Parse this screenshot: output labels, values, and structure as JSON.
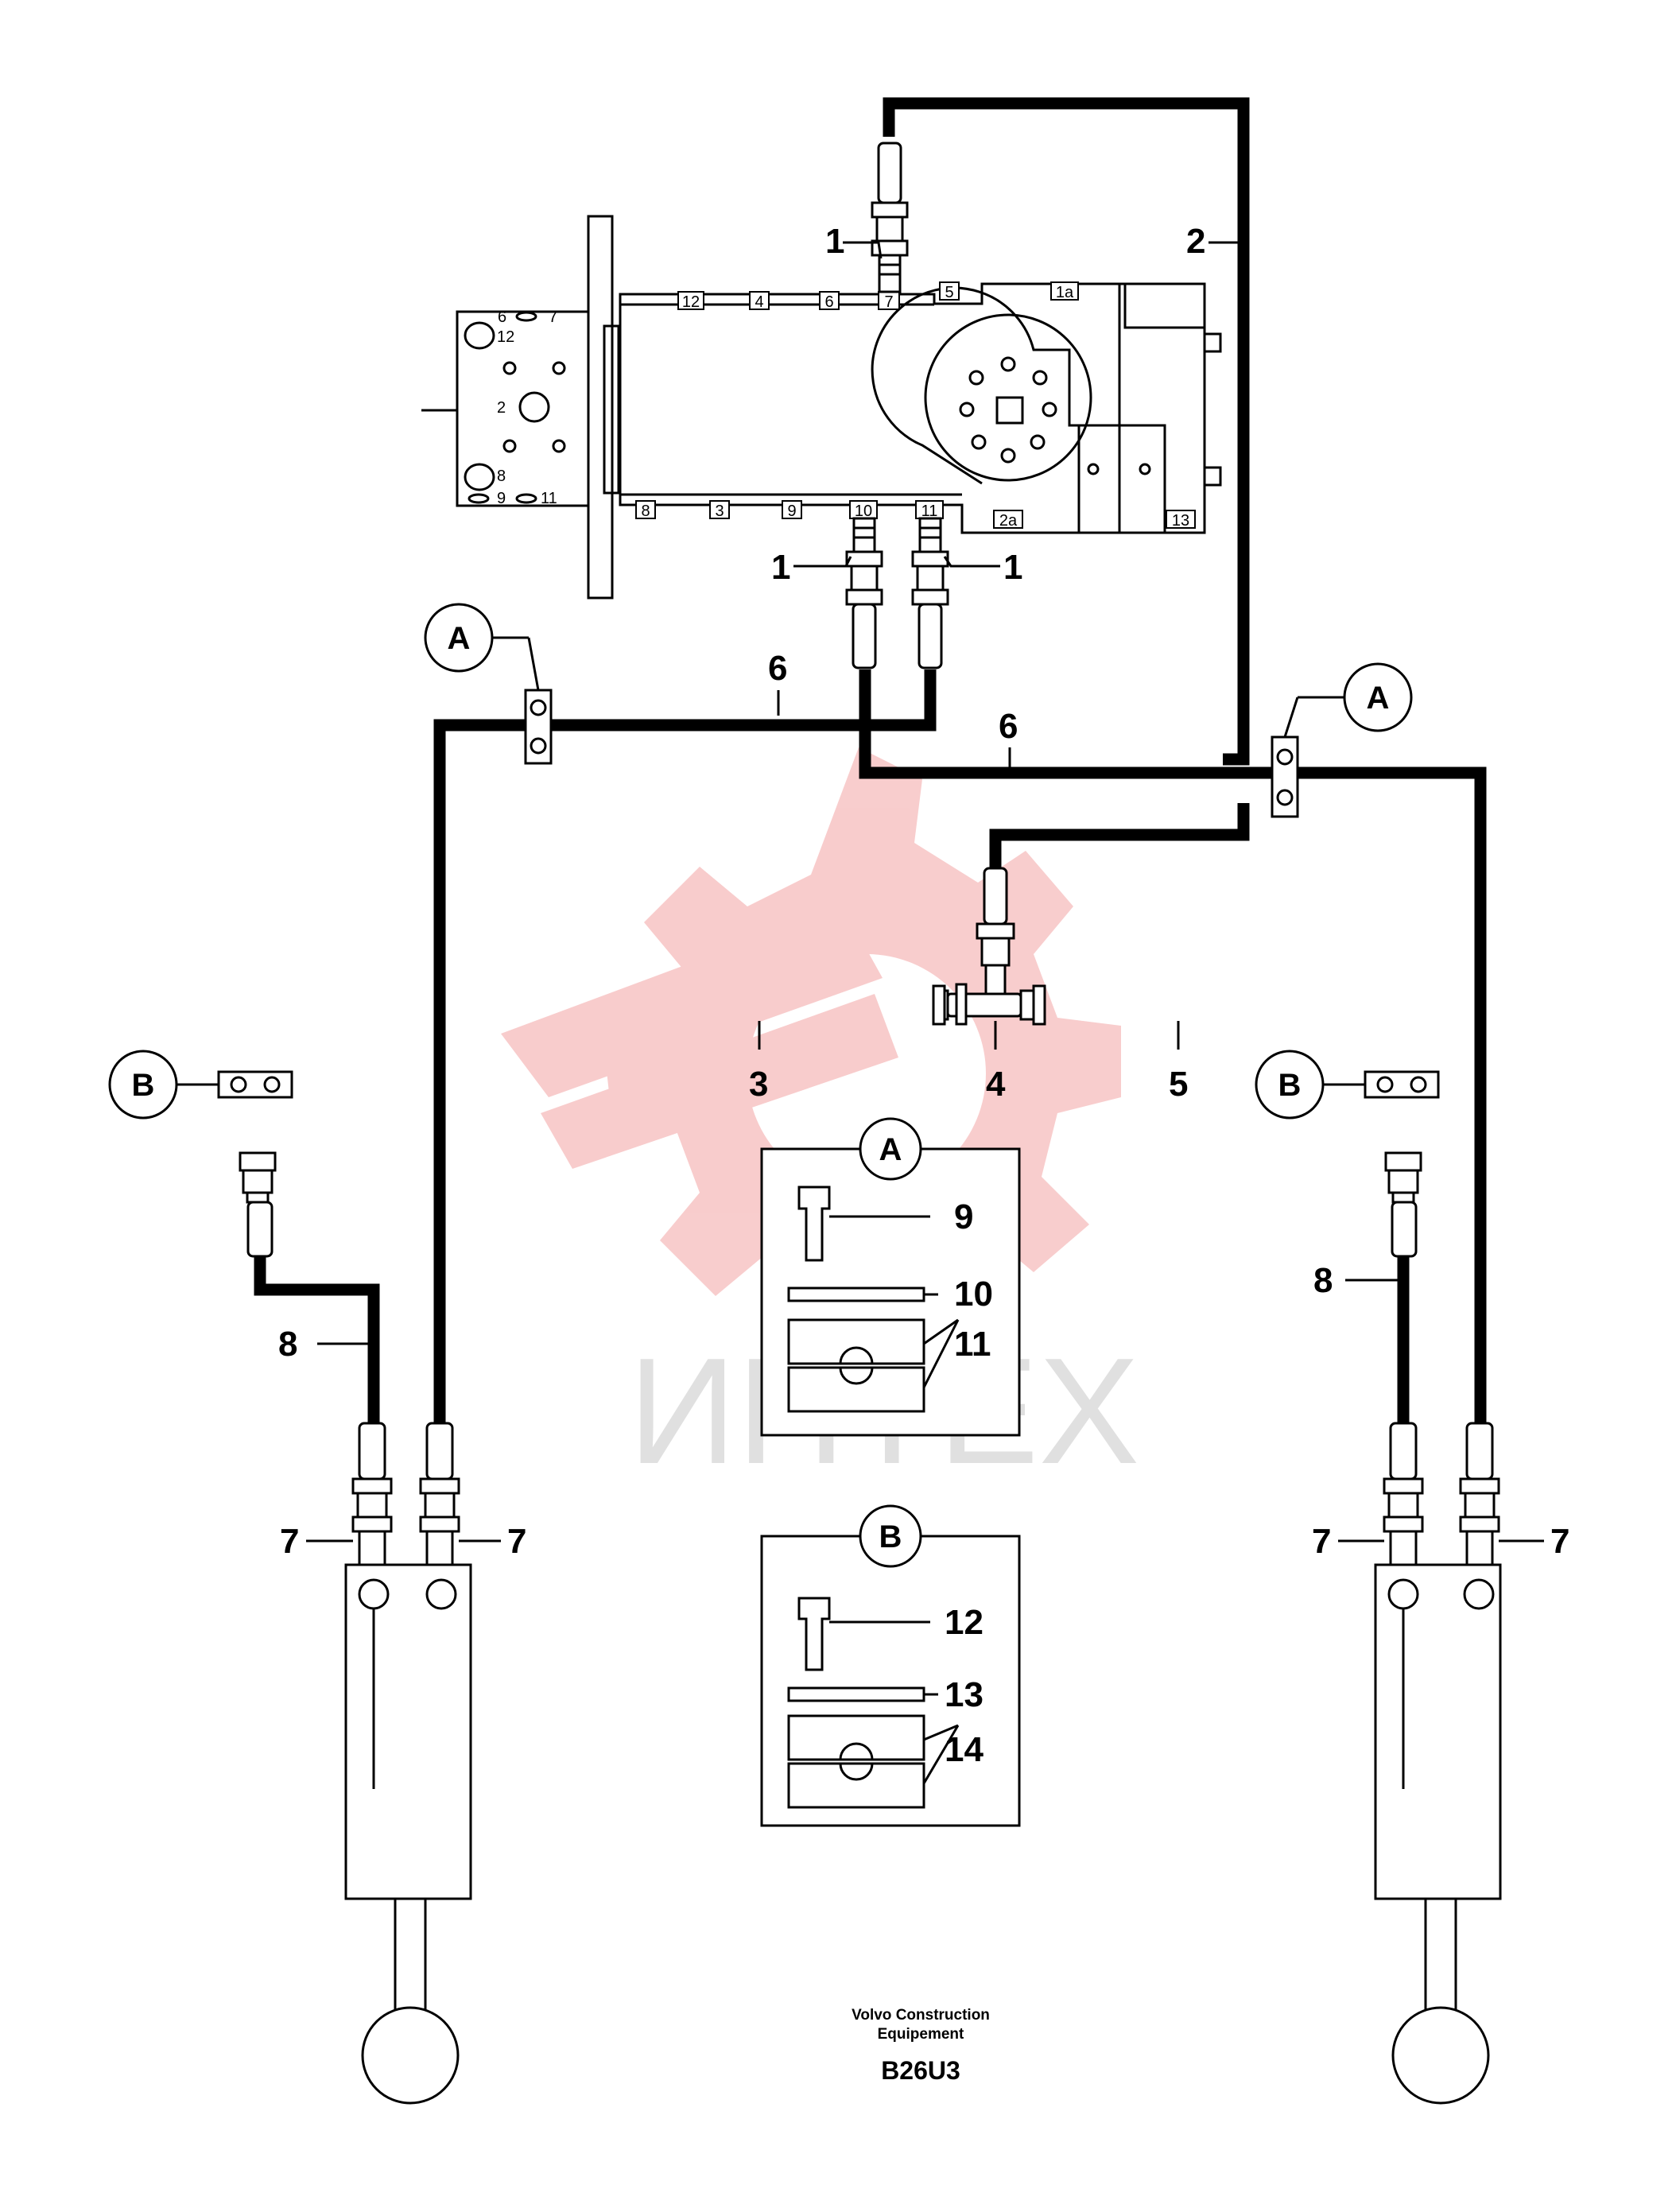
{
  "watermark": {
    "text": "ИНТЕХ",
    "color": "#f4b4b4"
  },
  "ports_top": [
    "12",
    "4",
    "6",
    "7",
    "5",
    "1a"
  ],
  "ports_bottom": [
    "8",
    "3",
    "9",
    "10",
    "11",
    "2a",
    "13"
  ],
  "manifold_side": [
    "6",
    "7",
    "12",
    "2",
    "8",
    "9",
    "11"
  ],
  "refs": {
    "r1": "1",
    "r2": "2",
    "r3": "3",
    "r4": "4",
    "r5": "5",
    "r6": "6",
    "r7": "7",
    "r8": "8",
    "r9": "9",
    "r10": "10",
    "r11": "11",
    "r12": "12",
    "r13": "13",
    "r14": "14"
  },
  "callouts": {
    "a": "A",
    "b": "B"
  },
  "footer": {
    "line1": "Volvo Construction",
    "line2": "Equipement",
    "code": "B26U3"
  }
}
